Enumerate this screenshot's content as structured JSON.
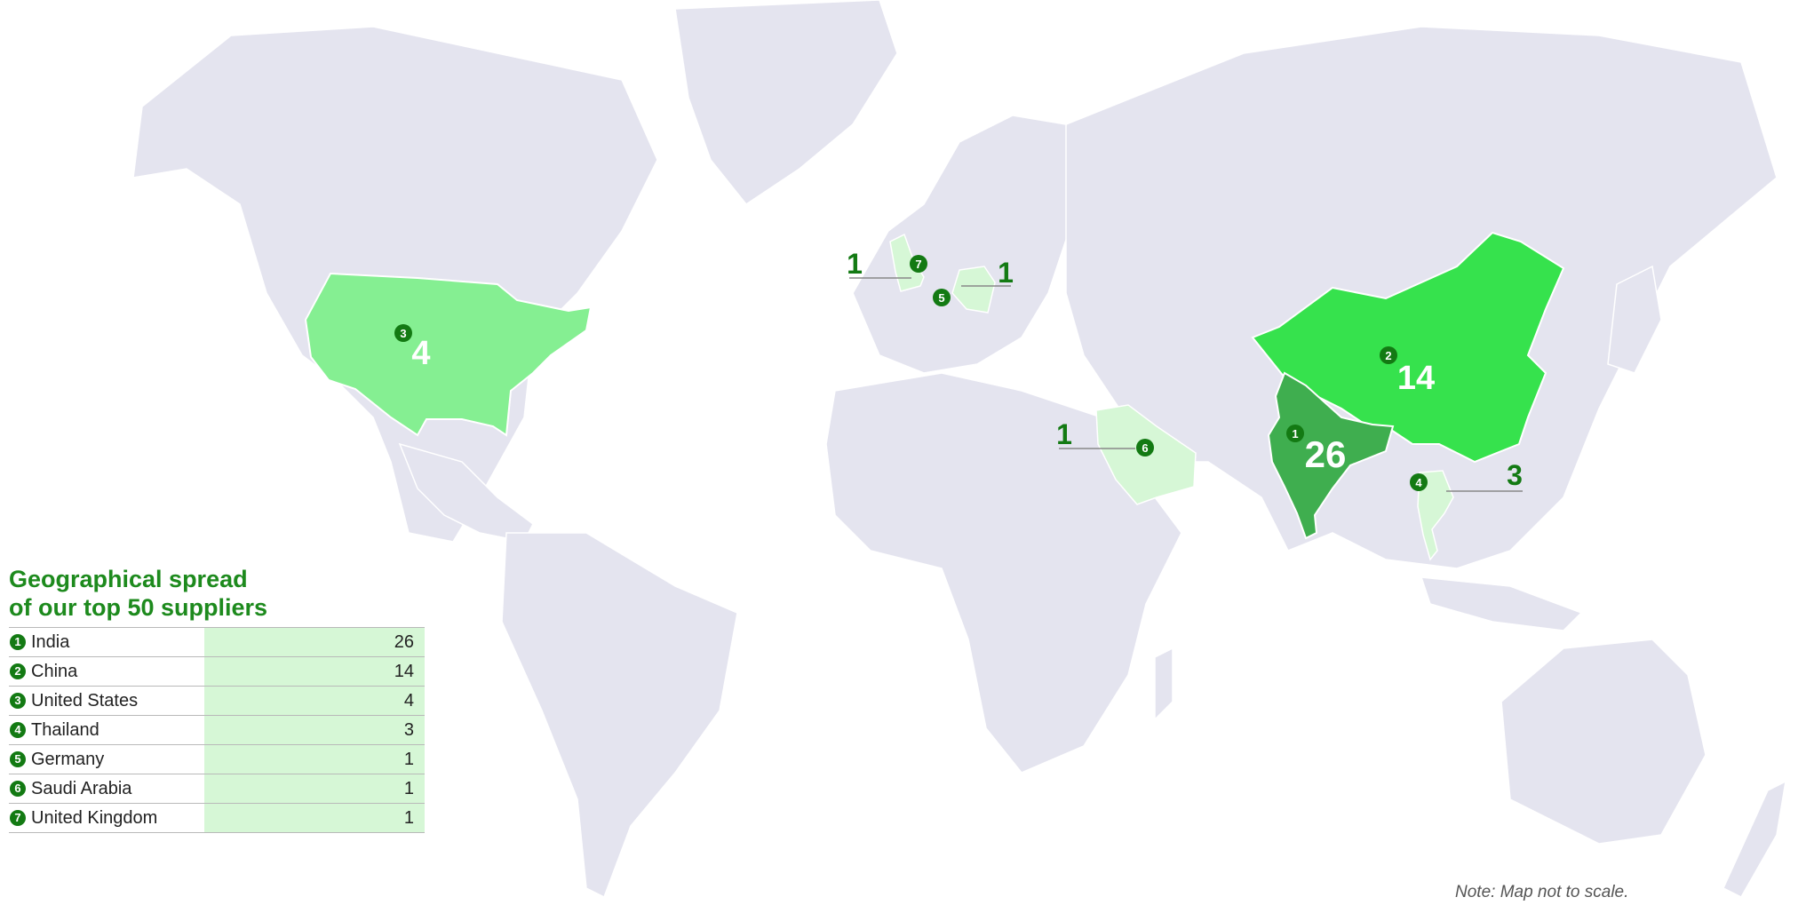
{
  "panel": {
    "title_line1": "Geographical spread",
    "title_line2": "of our top 50 suppliers"
  },
  "suppliers": [
    {
      "rank": "1",
      "country": "India",
      "count": "26"
    },
    {
      "rank": "2",
      "country": "China",
      "count": "14"
    },
    {
      "rank": "3",
      "country": "United States",
      "count": "4"
    },
    {
      "rank": "4",
      "country": "Thailand",
      "count": "3"
    },
    {
      "rank": "5",
      "country": "Germany",
      "count": "1"
    },
    {
      "rank": "6",
      "country": "Saudi Arabia",
      "count": "1"
    },
    {
      "rank": "7",
      "country": "United Kingdom",
      "count": "1"
    }
  ],
  "note": "Note: Map not to scale.",
  "colors": {
    "land": "#e4e4ef",
    "india": "#3fae4f",
    "china": "#36e24d",
    "united_states": "#85ef92",
    "thailand_germany_uk_saudi": "#d6f7d6",
    "badge": "#137a13",
    "title": "#1d8a1d"
  }
}
